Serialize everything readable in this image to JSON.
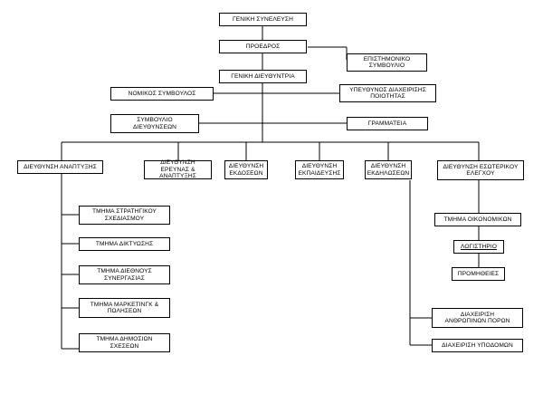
{
  "nodes": {
    "general_assembly": "ΓΕΝΙΚΗ ΣΥΝΕΛΕΥΣΗ",
    "president": "ΠΡΟΕΔΡΟΣ",
    "scientific_council": "ΕΠΙΣΤΗΜΟΝΙΚΟ\nΣΥΜΒΟΥΛΙΟ",
    "general_director": "ΓΕΝΙΚΗ ΔΙΕΥΘΥΝΤΡΙΑ",
    "legal_advisor": "ΝΟΜΙΚΟΣ ΣΥΜΒΟΥΛΟΣ",
    "quality_manager": "ΥΠΕΥΘΥΝΟΣ ΔΙΑΧΕΙΡΙΣΗΣ\nΠΟΙΟΤΗΤΑΣ",
    "directors_council": "ΣΥΜΒΟΥΛΙΟ\nΔΙΕΥΘΥΝΣΕΩΝ",
    "secretariat": "ΓΡΑΜΜΑΤΕΙΑ",
    "dir_development": "ΔΙΕΥΘΥΝΣΗ ΑΝΑΠΤΥΞΗΣ",
    "dir_research": "ΔΙΕΥΘΥΝΣΗ\nΕΡΕΥΝΑΣ & ΑΝΑΠΤΥΞΗΣ",
    "dir_publications": "ΔΙΕΥΘΥΝΣΗ\nΕΚΔΟΣΕΩΝ",
    "dir_education": "ΔΙΕΥΘΥΝΣΗ\nΕΚΠΑΙΔΕΥΣΗΣ",
    "dir_events": "ΔΙΕΥΘΥΝΣΗ\nΕΚΔΗΛΩΣΕΩΝ",
    "dir_internal_control": "ΔΙΕΥΘΥΝΣΗ ΕΣΩΤΕΡΙΚΟΥ\nΕΛΕΓΧΟΥ",
    "dept_strategic": "ΤΜΗΜΑ ΣΤΡΑΤΗΓΙΚΟΥ\nΣΧΕΔΙΑΣΜΟΥ",
    "dept_networking": "ΤΜΗΜΑ ΔΙΚΤΥΩΣΗΣ",
    "dept_international": "ΤΜΗΜΑ ΔΙΕΘΝΟΥΣ\nΣΥΝΕΡΓΑΣΙΑΣ",
    "dept_marketing": "ΤΜΗΜΑ ΜΑΡΚΕΤΙΝΓΚ &\nΠΩΛΗΣΕΩΝ",
    "dept_public_relations": "ΤΜΗΜΑ ΔΗΜΟΣΙΩΝ\nΣΧΕΣΕΩΝ",
    "dept_financial": "ΤΜΗΜΑ ΟΙΚΟΝΟΜΙΚΩΝ",
    "accounting": "ΛΟΓΙΣΤΗΡΙΟ",
    "procurement": "ΠΡΟΜΗΘΕΙΕΣ",
    "human_resources": "ΔΙΑΧΕΙΡΙΣΗ\nΑΝΘΡΩΠΙΝΩΝ ΠΟΡΩΝ",
    "infrastructure": "ΔΙΑΧΕΙΡΙΣΗ ΥΠΟΔΟΜΩΝ"
  }
}
